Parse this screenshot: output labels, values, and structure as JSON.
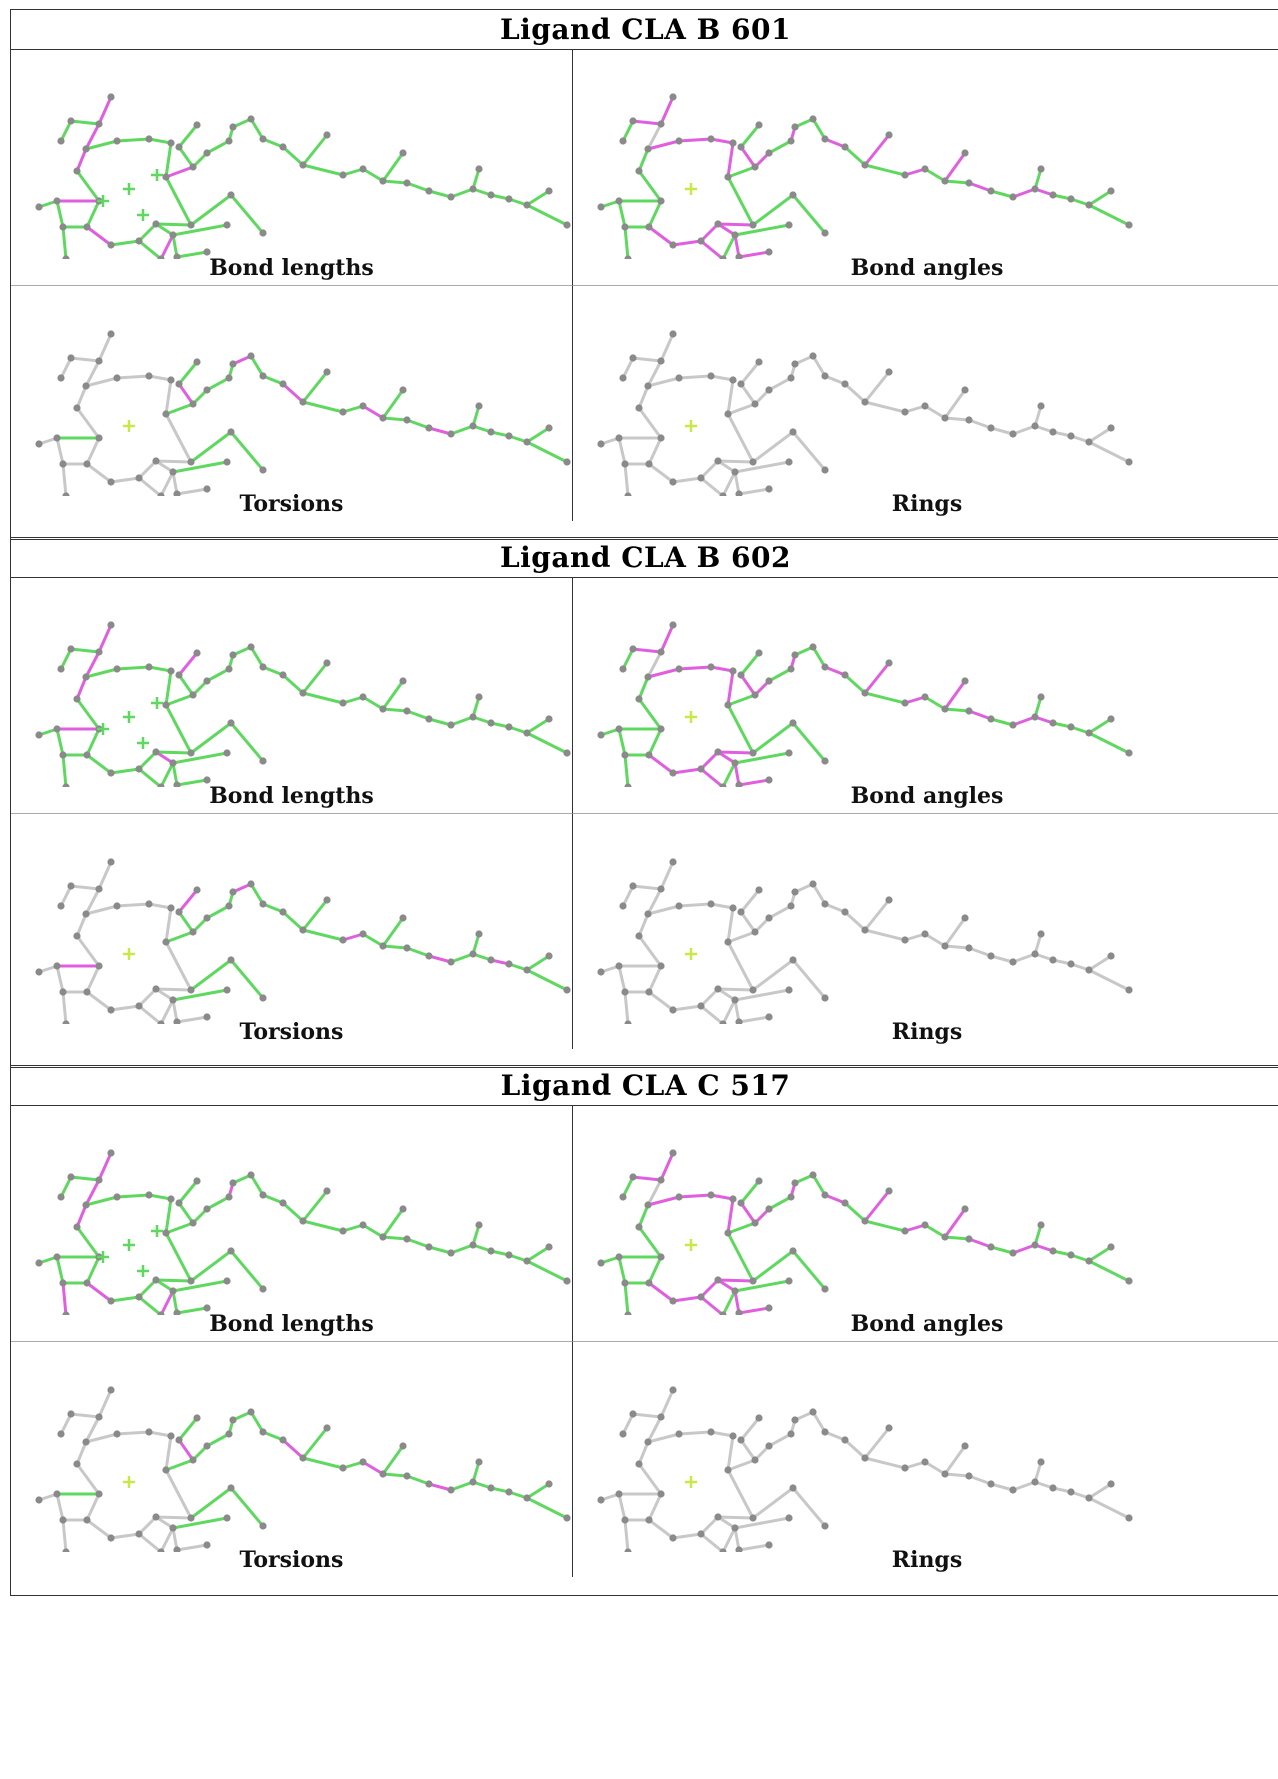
{
  "colors": {
    "green": "#5fd85f",
    "magenta": "#e05ee0",
    "grey": "#c8c8c8",
    "atom": "#8a8a8a",
    "center": "#c8e84a"
  },
  "ligands": [
    {
      "title": "Ligand CLA B 601",
      "panels": [
        {
          "caption": "Bond lengths",
          "mode": "lengths-a"
        },
        {
          "caption": "Bond angles",
          "mode": "angles-a"
        },
        {
          "caption": "Torsions",
          "mode": "torsions-a"
        },
        {
          "caption": "Rings",
          "mode": "rings"
        }
      ]
    },
    {
      "title": "Ligand CLA B 602",
      "panels": [
        {
          "caption": "Bond lengths",
          "mode": "lengths-b"
        },
        {
          "caption": "Bond angles",
          "mode": "angles-b"
        },
        {
          "caption": "Torsions",
          "mode": "torsions-b"
        },
        {
          "caption": "Rings",
          "mode": "rings"
        }
      ]
    },
    {
      "title": "Ligand CLA C 517",
      "panels": [
        {
          "caption": "Bond lengths",
          "mode": "lengths-c"
        },
        {
          "caption": "Bond angles",
          "mode": "angles-c"
        },
        {
          "caption": "Torsions",
          "mode": "torsions-c"
        },
        {
          "caption": "Rings",
          "mode": "rings"
        }
      ]
    }
  ]
}
